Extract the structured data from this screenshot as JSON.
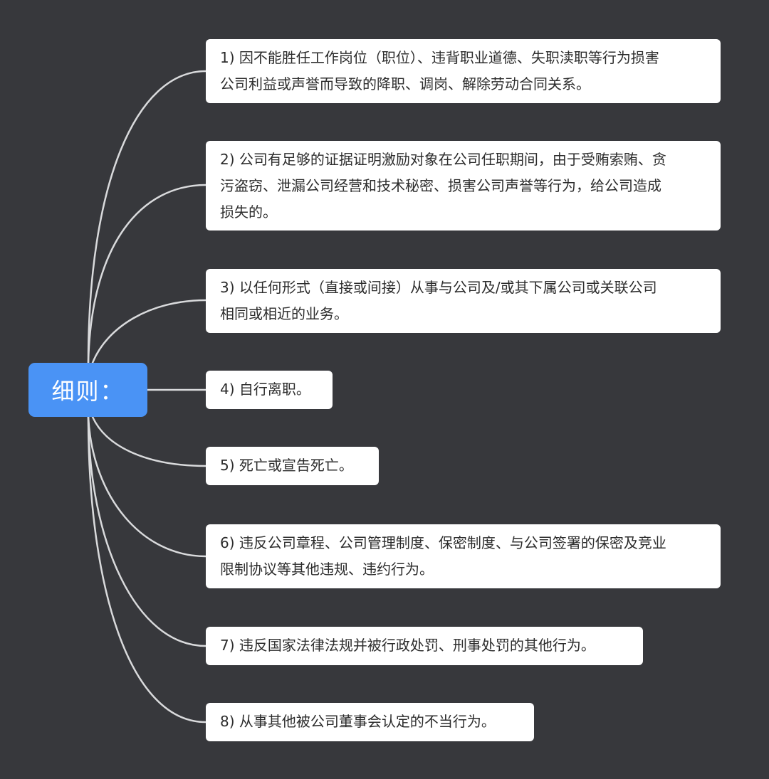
{
  "root": {
    "label": "细则："
  },
  "branches": [
    {
      "lines": [
        "1) 因不能胜任工作岗位（职位）、违背职业道德、失职渎职等行为损害",
        "公司利益或声誉而导致的降职、调岗、解除劳动合同关系。"
      ]
    },
    {
      "lines": [
        "2) 公司有足够的证据证明激励对象在公司任职期间，由于受贿索贿、贪",
        "污盗窃、泄漏公司经营和技术秘密、损害公司声誉等行为，给公司造成",
        "损失的。"
      ]
    },
    {
      "lines": [
        "3) 以任何形式（直接或间接）从事与公司及/或其下属公司或关联公司",
        "相同或相近的业务。"
      ]
    },
    {
      "lines": [
        "4) 自行离职。"
      ]
    },
    {
      "lines": [
        "5) 死亡或宣告死亡。"
      ]
    },
    {
      "lines": [
        "6) 违反公司章程、公司管理制度、保密制度、与公司签署的保密及竞业",
        "限制协议等其他违规、违约行为。"
      ]
    },
    {
      "lines": [
        "7) 违反国家法律法规并被行政处罚、刑事处罚的其他行为。"
      ]
    },
    {
      "lines": [
        "8) 从事其他被公司董事会认定的不当行为。"
      ]
    }
  ],
  "colors": {
    "background": "#37383c",
    "root_fill": "#4a93f5",
    "branch_fill": "#ffffff",
    "connector": "#d9dadc"
  }
}
